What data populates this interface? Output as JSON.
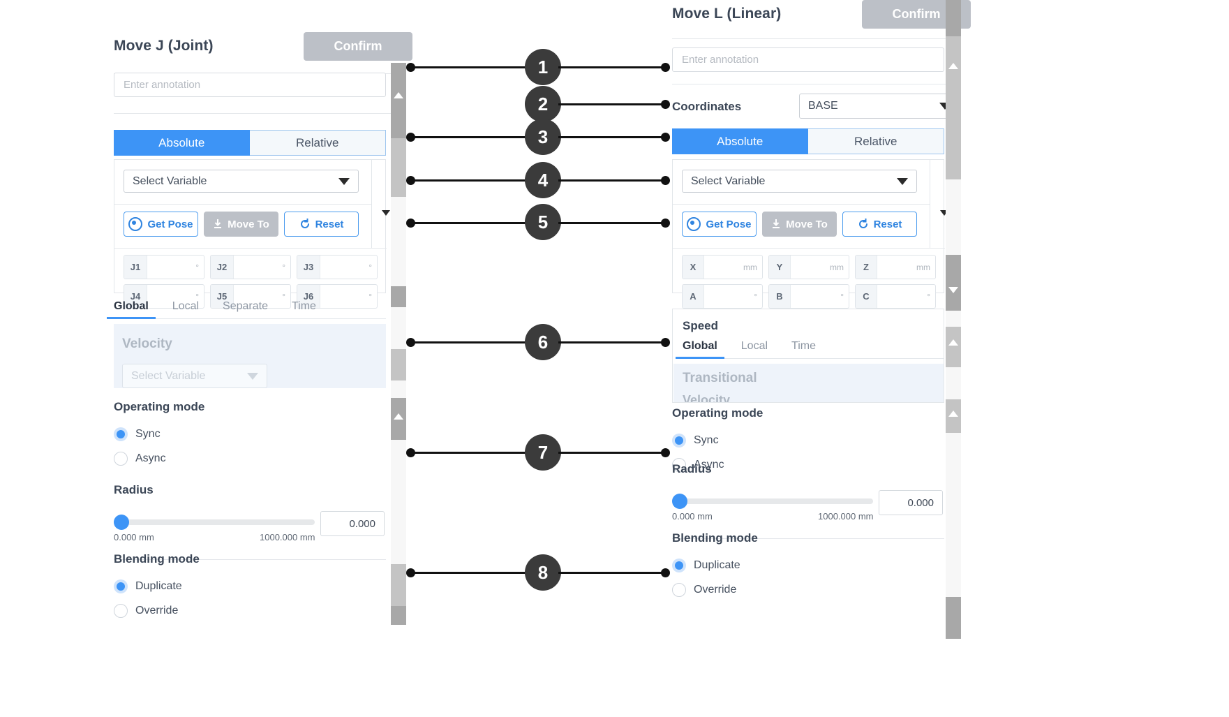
{
  "left_panel": {
    "title": "Move J (Joint)",
    "confirm_label": "Confirm",
    "annotation_placeholder": "Enter annotation",
    "mode_toggle": {
      "absolute": "Absolute",
      "relative": "Relative",
      "selected": "Absolute"
    },
    "variable_select": "Select Variable",
    "buttons": {
      "get_pose": "Get Pose",
      "move_to": "Move To",
      "reset": "Reset"
    },
    "joint_fields": [
      {
        "label": "J1",
        "value": "",
        "unit": "°"
      },
      {
        "label": "J2",
        "value": "",
        "unit": "°"
      },
      {
        "label": "J3",
        "value": "",
        "unit": "°"
      },
      {
        "label": "J4",
        "value": "",
        "unit": "°"
      },
      {
        "label": "J5",
        "value": "",
        "unit": "°"
      },
      {
        "label": "J6",
        "value": "",
        "unit": "°"
      }
    ],
    "speed_tabs": [
      "Global",
      "Local",
      "Separate",
      "Time"
    ],
    "speed_tab_selected": "Global",
    "velocity_label": "Velocity",
    "velocity_select": "Select Variable",
    "operating_mode": {
      "heading": "Operating mode",
      "options": [
        "Sync",
        "Async"
      ],
      "selected": "Sync"
    },
    "radius": {
      "heading": "Radius",
      "min_label": "0.000 mm",
      "max_label": "1000.000 mm",
      "value": "0.000"
    },
    "blending_mode": {
      "heading": "Blending mode",
      "options": [
        "Duplicate",
        "Override"
      ],
      "selected": "Duplicate"
    }
  },
  "right_panel": {
    "title": "Move L (Linear)",
    "confirm_label": "Confirm",
    "annotation_placeholder": "Enter annotation",
    "coordinates_label": "Coordinates",
    "coordinates_value": "BASE",
    "mode_toggle": {
      "absolute": "Absolute",
      "relative": "Relative",
      "selected": "Absolute"
    },
    "variable_select": "Select Variable",
    "buttons": {
      "get_pose": "Get Pose",
      "move_to": "Move To",
      "reset": "Reset"
    },
    "pose_fields": [
      {
        "label": "X",
        "value": "",
        "unit": "mm"
      },
      {
        "label": "Y",
        "value": "",
        "unit": "mm"
      },
      {
        "label": "Z",
        "value": "",
        "unit": "mm"
      },
      {
        "label": "A",
        "value": "",
        "unit": "°"
      },
      {
        "label": "B",
        "value": "",
        "unit": "°"
      },
      {
        "label": "C",
        "value": "",
        "unit": "°"
      }
    ],
    "speed_card": {
      "title": "Speed",
      "tabs": [
        "Global",
        "Local",
        "Time"
      ],
      "tab_selected": "Global",
      "transitional_label": "Transitional",
      "transitional_sub": "Velocity"
    },
    "operating_mode": {
      "heading": "Operating mode",
      "options": [
        "Sync",
        "Async"
      ],
      "selected": "Sync"
    },
    "radius": {
      "heading": "Radius",
      "min_label": "0.000 mm",
      "max_label": "1000.000 mm",
      "value": "0.000"
    },
    "blending_mode": {
      "heading": "Blending mode",
      "options": [
        "Duplicate",
        "Override"
      ],
      "selected": "Duplicate"
    }
  },
  "callouts": [
    {
      "number": "1"
    },
    {
      "number": "2"
    },
    {
      "number": "3"
    },
    {
      "number": "4"
    },
    {
      "number": "5"
    },
    {
      "number": "6"
    },
    {
      "number": "7"
    },
    {
      "number": "8"
    }
  ],
  "colors": {
    "accent_blue": "#3d94f6",
    "disabled_grey": "#bcc0c7",
    "callout_dark": "#3b3b3b",
    "panel_bg": "#ffffff",
    "muted_panel": "#eef3fa"
  }
}
